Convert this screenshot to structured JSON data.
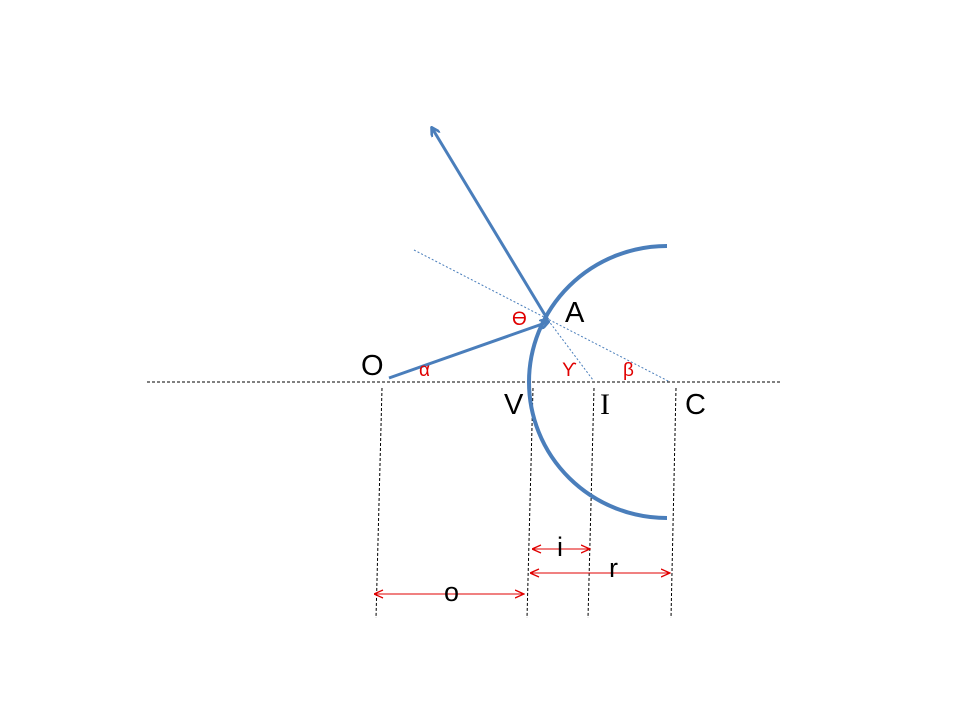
{
  "colors": {
    "ray": "#4a7ebb",
    "mirror": "#4a7ebb",
    "axis": "#000000",
    "dimension": "#e00000",
    "angle_label": "#e00000"
  },
  "points": {
    "O": "O",
    "A": "A",
    "V": "V",
    "I": "I",
    "C": "C"
  },
  "angles": {
    "alpha": "α",
    "theta": "ϴ",
    "gamma": "ϒ",
    "beta": "β"
  },
  "dimensions": {
    "i": "i",
    "r": "r",
    "o": "o"
  }
}
